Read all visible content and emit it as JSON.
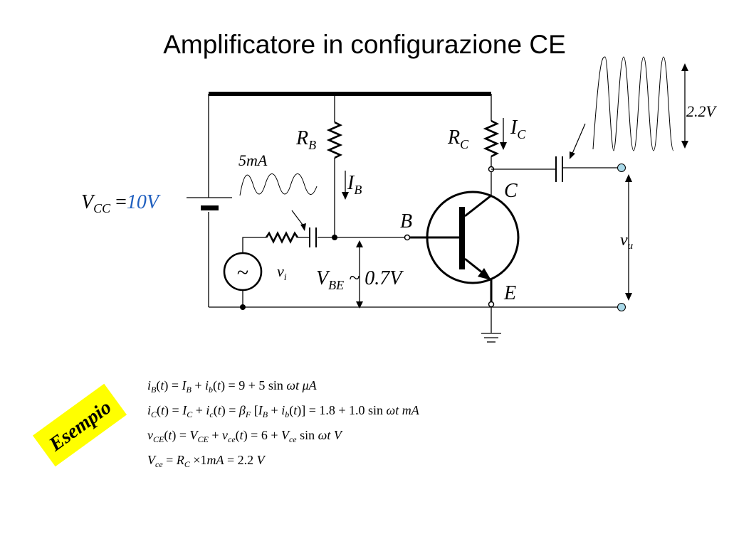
{
  "title": "Amplificatore in configurazione CE",
  "badge": "Esempio",
  "colors": {
    "vcc_value": "#1f5fbf",
    "badge_fill": "#ffff00",
    "node_open": "#a8d8e8"
  },
  "labels": {
    "vcc_symbol": "V",
    "vcc_sub": "CC",
    "vcc_eq": " =",
    "vcc_value": "10V",
    "rb": "R",
    "rb_sub": "B",
    "rc": "R",
    "rc_sub": "C",
    "ib": "I",
    "ib_sub": "B",
    "ic": "I",
    "ic_sub": "C",
    "base_current": "5mA",
    "node_c": "C",
    "node_b": "B",
    "node_e": "E",
    "vi": "v",
    "vi_sub": "i",
    "vbe": "V",
    "vbe_sub": "BE",
    "vbe_rest": " ~ 0.7V",
    "vu": "v",
    "vu_sub": "u",
    "out_amp": "2.2V",
    "source_symbol": "~"
  },
  "equations": [
    "i_B(t) = I_B + i_b(t) = 9 + 5 sin ωt    μA",
    "i_C(t) = I_C + i_c(t) = β_F [I_B + i_b(t)] = 1.8 + 1.0 sin ωt    mA",
    "v_CE(t) = V_CE + v_ce(t) = 6 + V_ce sin ωt    V",
    "V_ce = R_C × 1mA = 2.2 V"
  ]
}
